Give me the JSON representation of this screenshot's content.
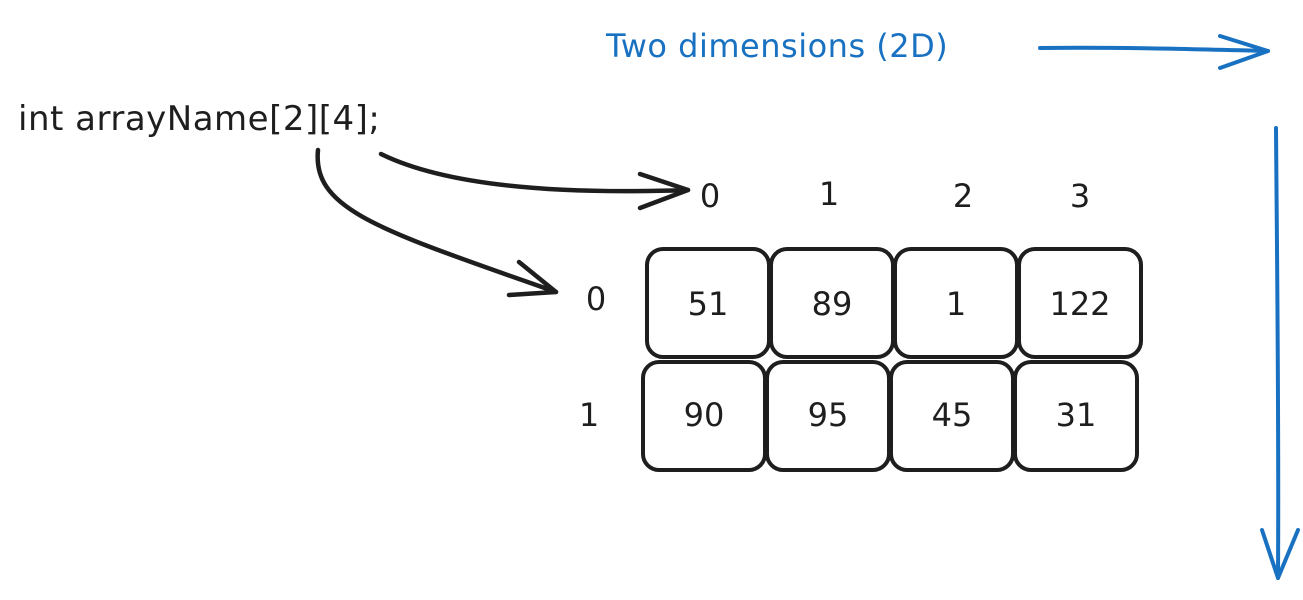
{
  "declaration": "int arrayName[2][4];",
  "title": "Two dimensions (2D)",
  "column_indices": [
    "0",
    "1",
    "2",
    "3"
  ],
  "row_indices": [
    "0",
    "1"
  ],
  "rows": [
    [
      "51",
      "89",
      "1",
      "122"
    ],
    [
      "90",
      "95",
      "45",
      "31"
    ]
  ],
  "colors": {
    "ink": "#1e1e1e",
    "accent": "#1971c2"
  }
}
